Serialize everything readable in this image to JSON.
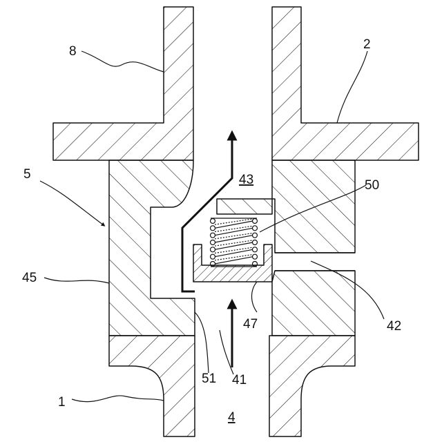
{
  "labels": {
    "pipe_upper": "8",
    "plate": "2",
    "valve_unit": "5",
    "body": "45",
    "pipe_lower": "1",
    "passage_upper": "43",
    "spring": "50",
    "side_port": "42",
    "seat_member": "47",
    "edge": "51",
    "inlet": "41",
    "passage_lower": "4"
  },
  "colors": {
    "stroke": "#111111",
    "background": "#ffffff"
  }
}
